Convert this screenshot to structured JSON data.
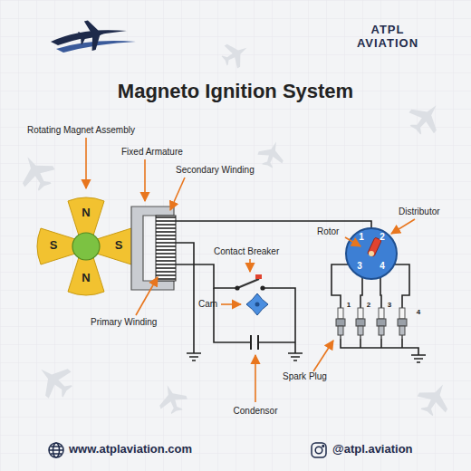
{
  "diagram": {
    "title": "Magneto Ignition System",
    "labels": [
      "ATPL AVIATION",
      "Rotating Magnet Assembly",
      "Fixed Armature",
      "Secondary Winding",
      "N",
      "S",
      "S",
      "N",
      "Rotor",
      "Distributor",
      "1",
      "2",
      "3",
      "4",
      "Contact Breaker",
      "Cam",
      "Primary Winding",
      "1",
      "2",
      "3",
      "4",
      "Spark Plug",
      "Condensor",
      "www.atplaviation.com",
      "@atpl.aviation"
    ]
  }
}
